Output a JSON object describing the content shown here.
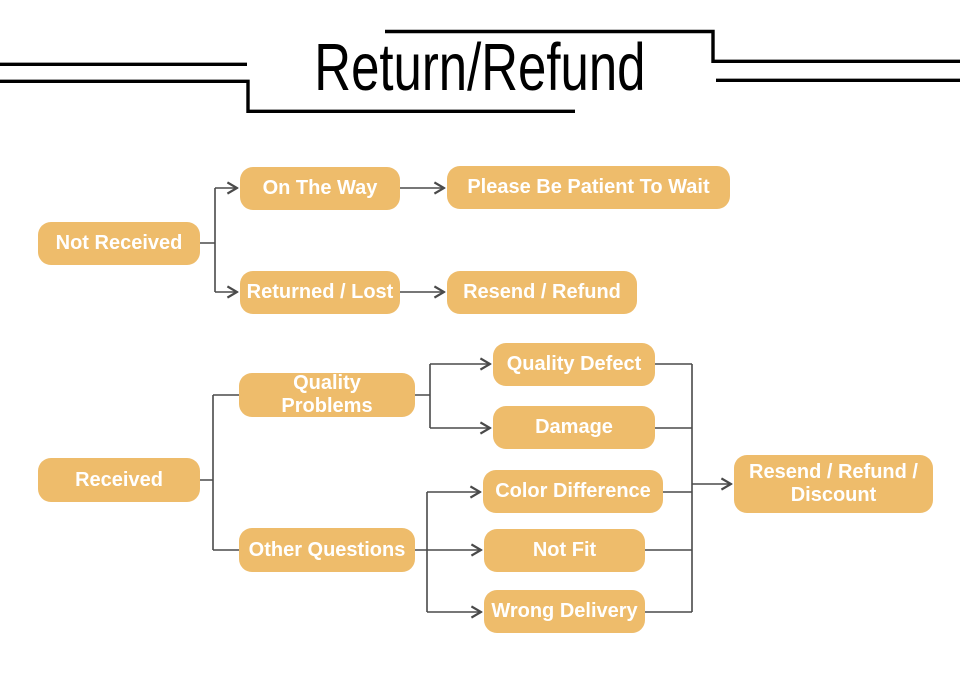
{
  "title": "Return/Refund",
  "colors": {
    "node_fill": "#EEBC6B",
    "node_text": "#FFFFFF",
    "connector": "#4A4A4A",
    "decoration": "#000000"
  },
  "nodes": {
    "not_received": {
      "label": "Not Received"
    },
    "on_the_way": {
      "label": "On The Way"
    },
    "please_wait": {
      "label": "Please Be Patient To Wait"
    },
    "returned_lost": {
      "label": "Returned / Lost"
    },
    "resend_refund": {
      "label": "Resend / Refund"
    },
    "received": {
      "label": "Received"
    },
    "quality_problems": {
      "label": "Quality Problems"
    },
    "quality_defect": {
      "label": "Quality Defect"
    },
    "damage": {
      "label": "Damage"
    },
    "other_questions": {
      "label": "Other Questions"
    },
    "color_difference": {
      "label": "Color Difference"
    },
    "not_fit": {
      "label": "Not Fit"
    },
    "wrong_delivery": {
      "label": "Wrong Delivery"
    },
    "resend_refund_discount": {
      "label": "Resend / Refund / Discount"
    }
  }
}
